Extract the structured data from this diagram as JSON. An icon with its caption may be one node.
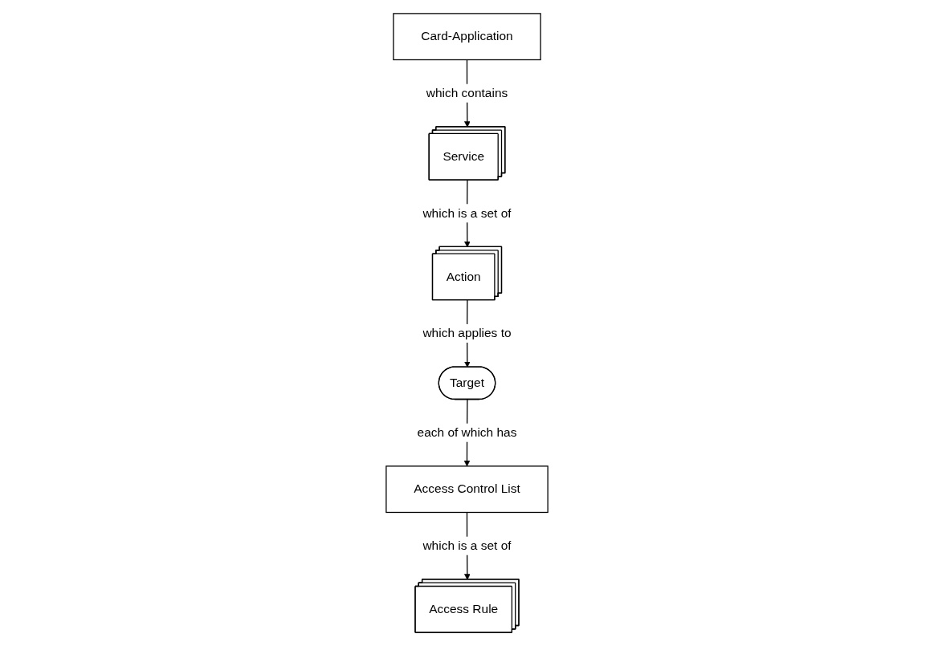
{
  "diagram": {
    "nodes": [
      {
        "text": [
          "Card-Application"
        ]
      },
      {
        "text": [
          "Service"
        ]
      },
      {
        "text": [
          "Action"
        ]
      },
      {
        "text": [
          "Target"
        ]
      },
      {
        "text": [
          "Access Control List"
        ]
      },
      {
        "text": [
          "Access Rule"
        ]
      }
    ],
    "edges": [
      {
        "from": 0,
        "to": 1,
        "arrow": "to",
        "label": "which contains"
      },
      {
        "from": 1,
        "to": 2,
        "arrow": "to",
        "label": "which is a set of"
      },
      {
        "from": 2,
        "to": 3,
        "arrow": "to",
        "label": "which applies to"
      },
      {
        "from": 3,
        "to": 4,
        "arrow": "to",
        "label": "each of which has"
      },
      {
        "from": 4,
        "to": 5,
        "arrow": "to",
        "label": "which is a set of"
      }
    ]
  }
}
